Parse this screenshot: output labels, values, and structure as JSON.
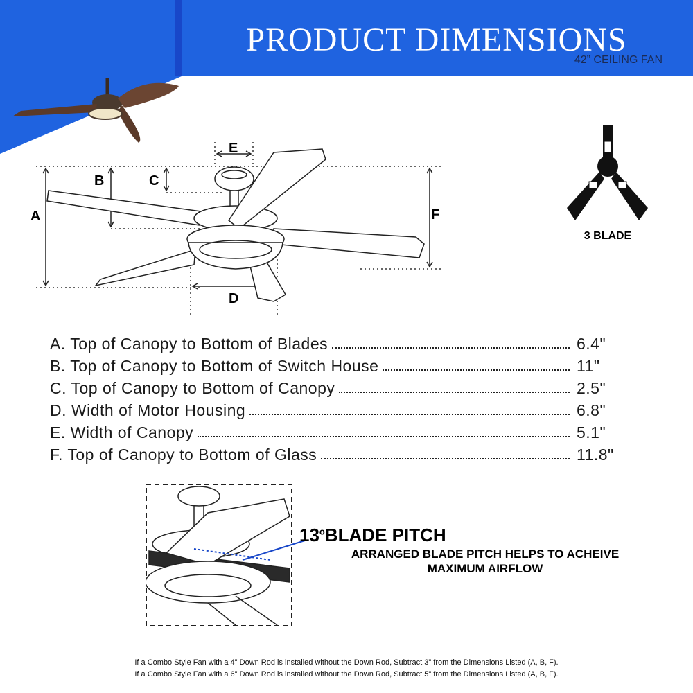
{
  "header": {
    "title": "PRODUCT DIMENSIONS",
    "subtitle": "42” CEILING FAN",
    "banner_color": "#1f63e0",
    "accent_color": "#1847c9"
  },
  "diagram": {
    "labels": {
      "a": "A",
      "b": "B",
      "c": "C",
      "d": "D",
      "e": "E",
      "f": "F"
    },
    "blade_config": "3 BLADE"
  },
  "dimensions": [
    {
      "label": "A. Top of Canopy to Bottom of Blades",
      "value": "6.4\""
    },
    {
      "label": "B. Top of Canopy to Bottom of Switch House",
      "value": "11\""
    },
    {
      "label": "C. Top of Canopy to Bottom of Canopy",
      "value": "2.5\""
    },
    {
      "label": "D. Width of Motor Housing",
      "value": "6.8\""
    },
    {
      "label": "E. Width of Canopy",
      "value": "5.1\""
    },
    {
      "label": "F. Top of Canopy to Bottom of Glass",
      "value": "11.8\""
    }
  ],
  "pitch": {
    "degrees": "13",
    "degree_symbol": "o",
    "title": "BLADE PITCH",
    "line1": "ARRANGED BLADE PITCH HELPS TO ACHEIVE",
    "line2": "MAXIMUM AIRFLOW"
  },
  "notes": [
    "If a Combo Style Fan with a 4\" Down Rod is installed without the Down Rod, Subtract 3\" from the Dimensions Listed (A, B, F).",
    "If a Combo Style Fan with a 6\" Down Rod is installed without the Down Rod, Subtract 5\" from the Dimensions Listed (A, B, F)."
  ]
}
